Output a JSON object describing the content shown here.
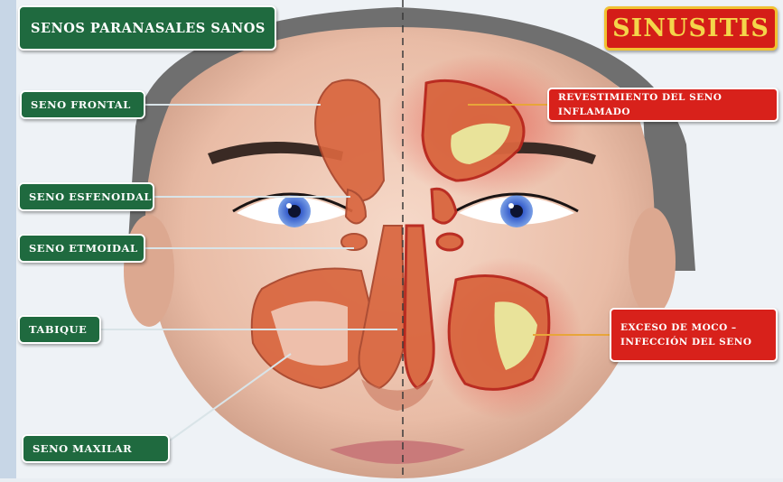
{
  "titles": {
    "healthy": "SENOS PARANASALES SANOS",
    "sinusitis": "SINUSITIS"
  },
  "labels": {
    "seno_frontal": "SENO FRONTAL",
    "seno_esfenoidal": "SENO ESFENOIDAL",
    "seno_etmoidal": "SENO ETMOIDAL",
    "tabique": "TABIQUE",
    "seno_maxilar": "SENO MAXILAR",
    "revestimiento": "REVESTIMIENTO DEL SENO INFLAMADO",
    "exceso_moco": "EXCESO DE MOCO – INFECCIÓN DEL SENO"
  },
  "colors": {
    "label_green": "#1f6a3f",
    "label_red": "#d8211b",
    "sinus_orange": "#d9663f",
    "mucus_yellow": "#e9e39a",
    "inflamed_red": "#e0211a",
    "eye_blue": "#3f63c9"
  }
}
